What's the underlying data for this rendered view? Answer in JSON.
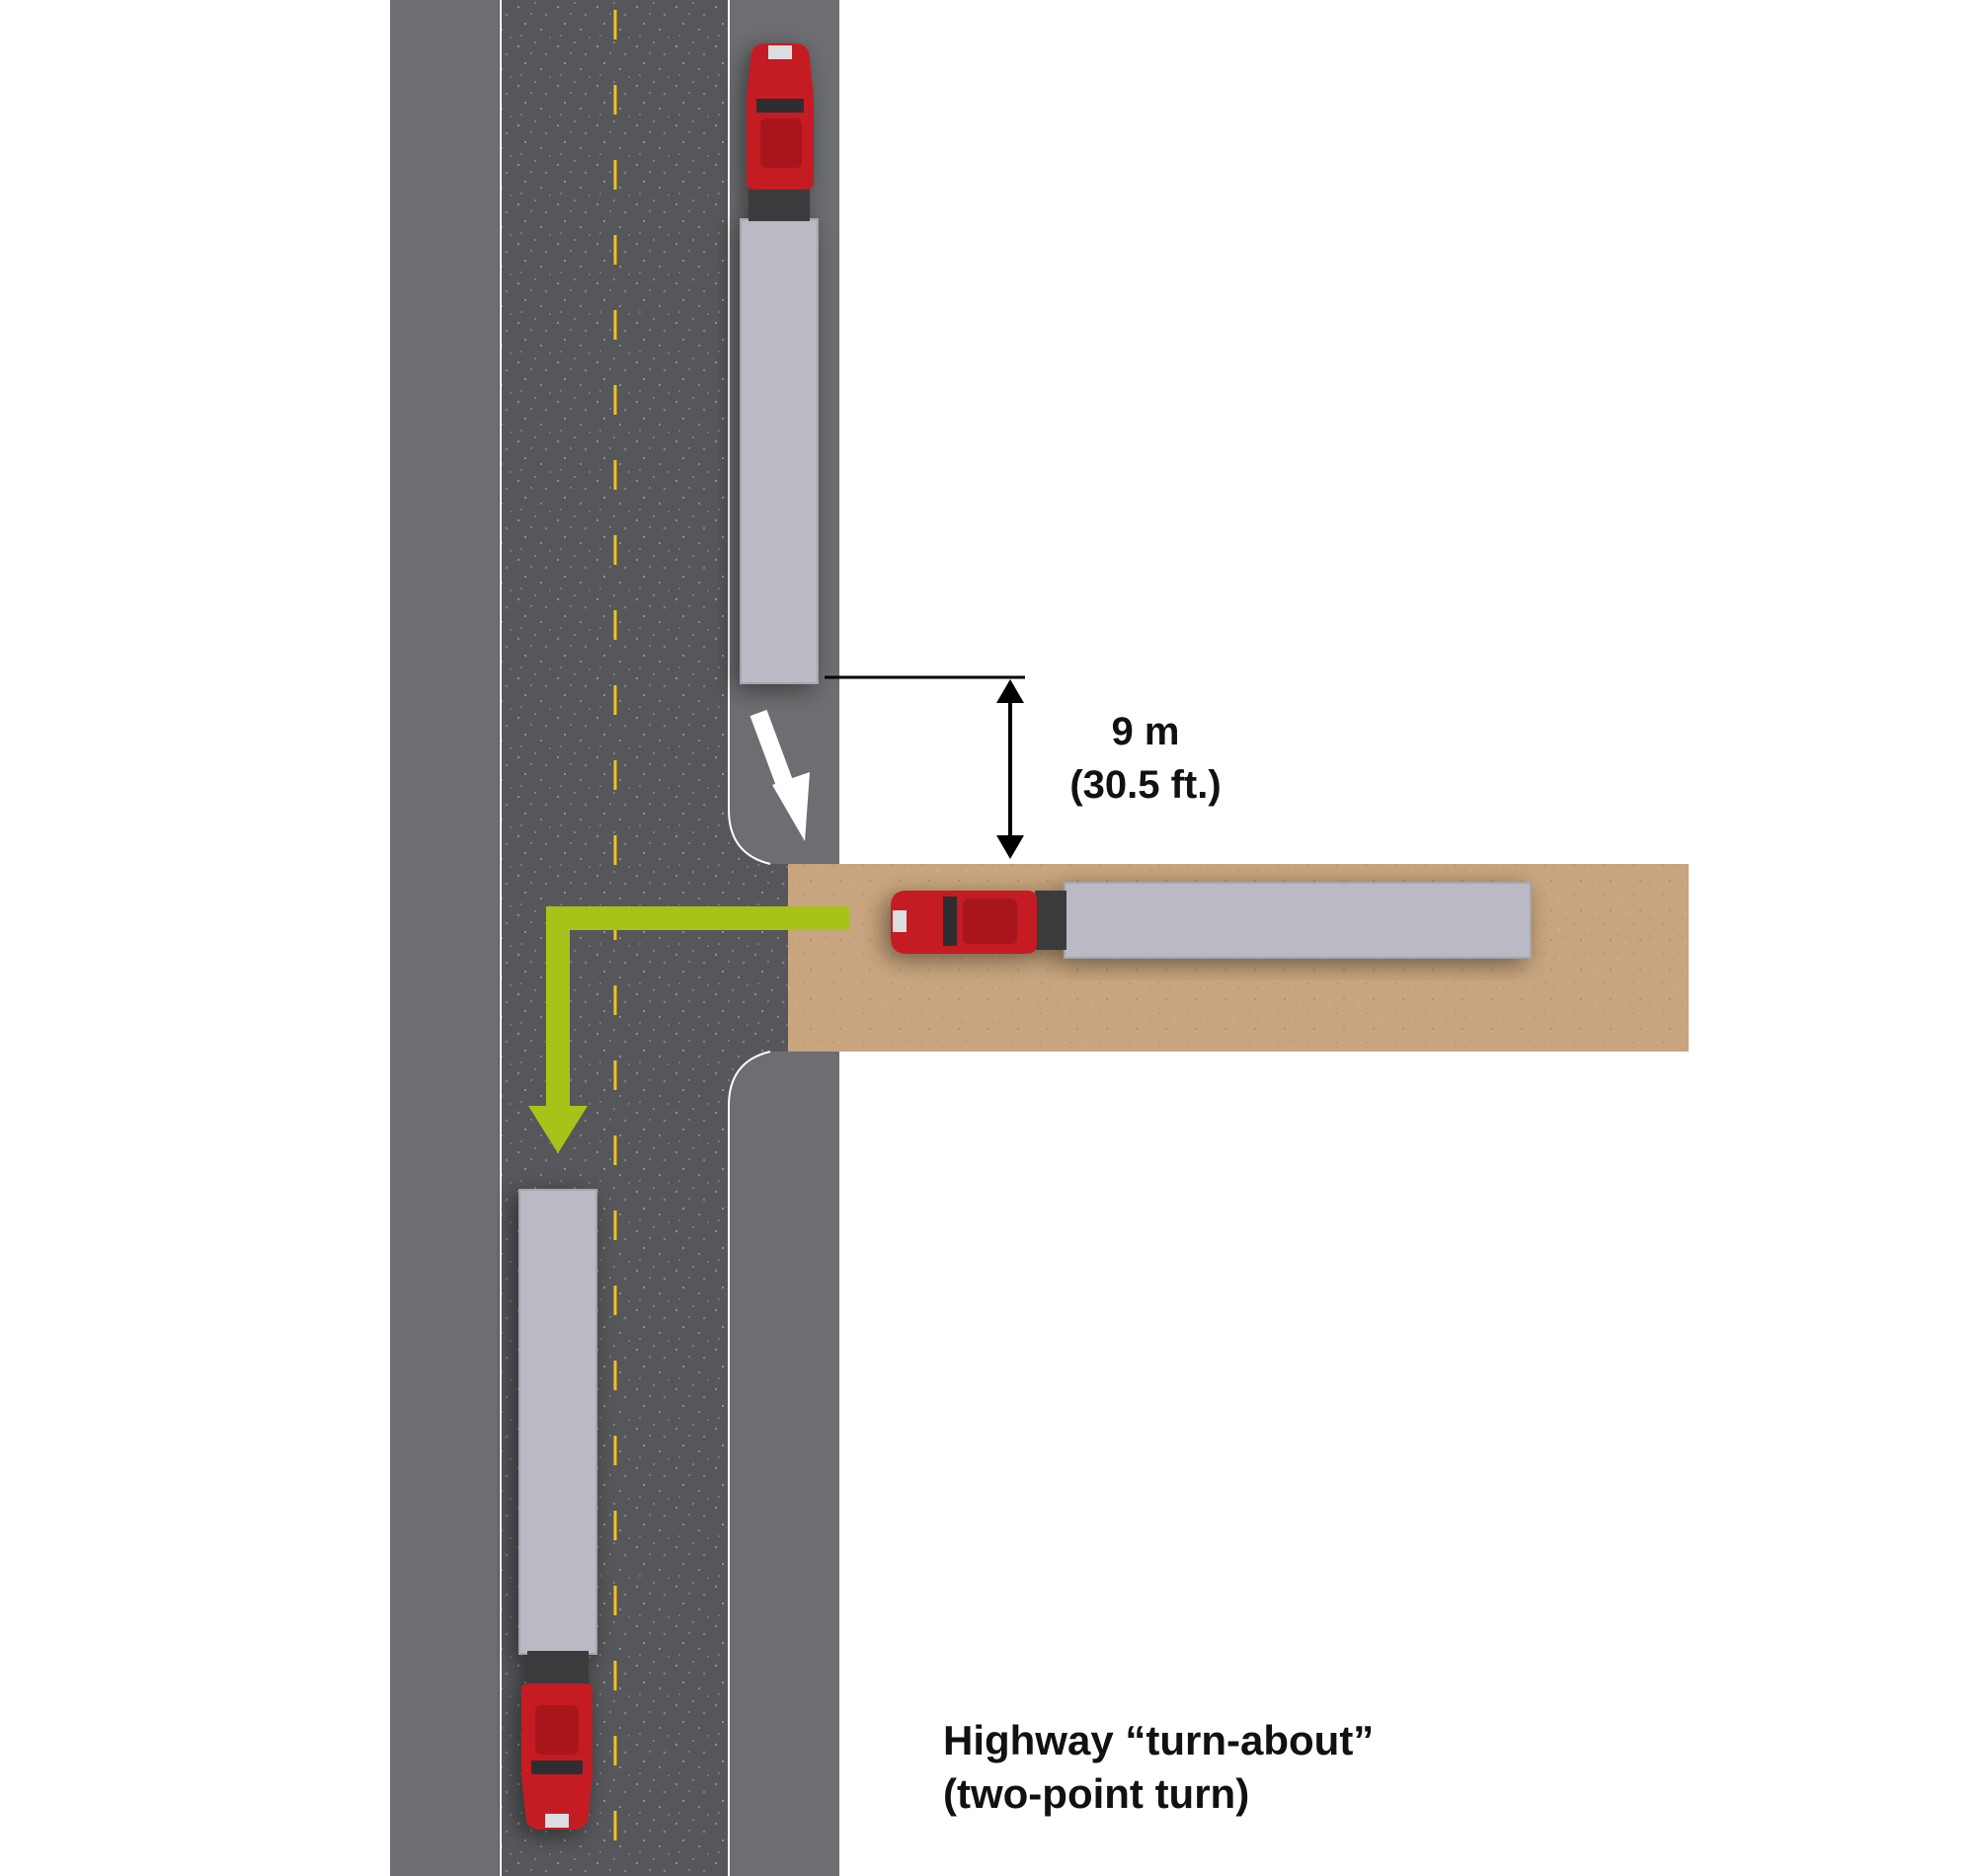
{
  "diagram": {
    "distance_label": {
      "metric": "9 m",
      "imperial": "(30.5 ft.)"
    },
    "caption": {
      "line1": "Highway “turn-about”",
      "line2": "(two-point turn)"
    },
    "colors": {
      "road_asphalt": "#55575a",
      "road_shoulder": "#6d6e71",
      "center_line": "#f2c21b",
      "edge_line": "#ffffff",
      "driveway": "#c8a57e",
      "truck_cab": "#c41f24",
      "trailer": "#b9bac3",
      "path_arrow": "#a7c31a",
      "reverse_arrow": "#ffffff",
      "dimension": "#000000"
    },
    "elements": [
      "truck-before-turn",
      "truck-in-driveway",
      "truck-after-turn",
      "reverse-arrow",
      "forward-path-arrow",
      "distance-dimension"
    ]
  }
}
